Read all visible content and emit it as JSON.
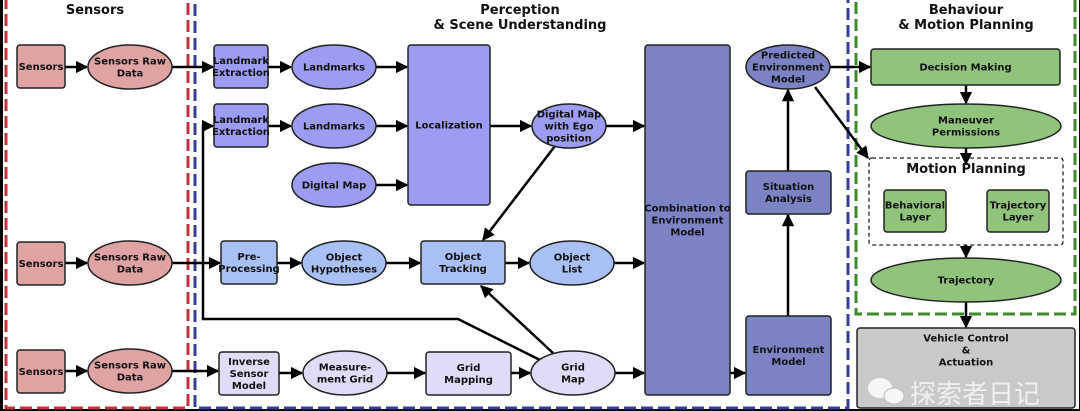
{
  "colors": {
    "sensor": "#e0a3a3",
    "landmark": "#9c9cf2",
    "object": "#a9c0f4",
    "grid": "#dedcf7",
    "env": "#7c83c4",
    "behaviour": "#90c47d",
    "control": "#c9c9c9",
    "sensorsBorder": "#c0343c",
    "perceptionBorder": "#3a3d94",
    "behaviourBorder": "#3e8a2a"
  },
  "panels": {
    "sensors": [
      "Sensors"
    ],
    "perception": [
      "Perception",
      "& Scene Understanding"
    ],
    "behaviour": [
      "Behaviour",
      "& Motion Planning"
    ],
    "motion_planning": [
      "Motion Planning"
    ]
  },
  "nodes": {
    "s1": {
      "lines": [
        "Sensors"
      ],
      "color": "sensor"
    },
    "r1": {
      "lines": [
        "Sensors Raw",
        "Data"
      ],
      "color": "sensor"
    },
    "s2": {
      "lines": [
        "Sensors"
      ],
      "color": "sensor"
    },
    "r2": {
      "lines": [
        "Sensors Raw",
        "Data"
      ],
      "color": "sensor"
    },
    "s3": {
      "lines": [
        "Sensors"
      ],
      "color": "sensor"
    },
    "r3": {
      "lines": [
        "Sensors Raw",
        "Data"
      ],
      "color": "sensor"
    },
    "le1": {
      "lines": [
        "Landmark",
        "Extraction"
      ],
      "color": "landmark"
    },
    "le2": {
      "lines": [
        "Landmark",
        "Extraction"
      ],
      "color": "landmark"
    },
    "lm1": {
      "lines": [
        "Landmarks"
      ],
      "color": "landmark"
    },
    "lm2": {
      "lines": [
        "Landmarks"
      ],
      "color": "landmark"
    },
    "dm": {
      "lines": [
        "Digital Map"
      ],
      "color": "landmark"
    },
    "loc": {
      "lines": [
        "Localization"
      ],
      "color": "landmark"
    },
    "dme": {
      "lines": [
        "Digital Map",
        "with Ego",
        "position"
      ],
      "color": "landmark"
    },
    "pp": {
      "lines": [
        "Pre-",
        "Processing"
      ],
      "color": "object"
    },
    "oh": {
      "lines": [
        "Object",
        "Hypotheses"
      ],
      "color": "object"
    },
    "ot": {
      "lines": [
        "Object",
        "Tracking"
      ],
      "color": "object"
    },
    "ol": {
      "lines": [
        "Object",
        "List"
      ],
      "color": "object"
    },
    "ism": {
      "lines": [
        "Inverse",
        "Sensor",
        "Model"
      ],
      "color": "grid"
    },
    "mg": {
      "lines": [
        "Measure-",
        "ment Grid"
      ],
      "color": "grid"
    },
    "gmp": {
      "lines": [
        "Grid",
        "Mapping"
      ],
      "color": "grid"
    },
    "gm": {
      "lines": [
        "Grid",
        "Map"
      ],
      "color": "grid"
    },
    "comb": {
      "lines": [
        "Combination to",
        "Environment",
        "Model"
      ],
      "color": "env"
    },
    "pem": {
      "lines": [
        "Predicted",
        "Environment",
        "Model"
      ],
      "color": "env"
    },
    "sa": {
      "lines": [
        "Situation",
        "Analysis"
      ],
      "color": "env"
    },
    "em": {
      "lines": [
        "Environment",
        "Model"
      ],
      "color": "env"
    },
    "dec": {
      "lines": [
        "Decision Making"
      ],
      "color": "behaviour"
    },
    "mp": {
      "lines": [
        "Maneuver",
        "Permissions"
      ],
      "color": "behaviour"
    },
    "bl": {
      "lines": [
        "Behavioral",
        "Layer"
      ],
      "color": "behaviour"
    },
    "tl": {
      "lines": [
        "Trajectory",
        "Layer"
      ],
      "color": "behaviour"
    },
    "traj": {
      "lines": [
        "Trajectory"
      ],
      "color": "behaviour"
    },
    "vca": {
      "lines": [
        "Vehicle Control",
        "&",
        "Actuation"
      ],
      "color": "control"
    }
  },
  "watermark": "探索者日记"
}
